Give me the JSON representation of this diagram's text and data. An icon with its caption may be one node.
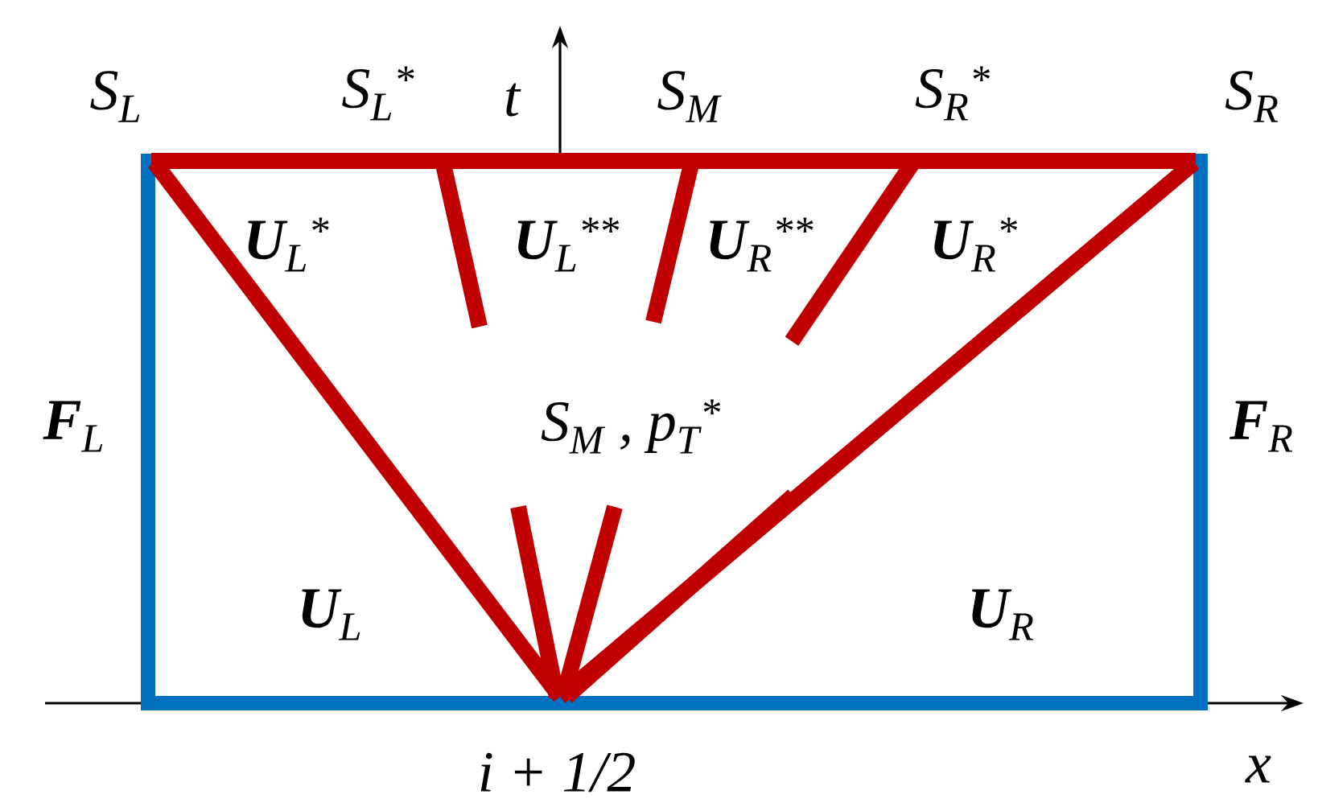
{
  "diagram": {
    "labels": [
      "S$_{L}$",
      "S$_{L}$$^{*}$",
      "t",
      "S$_{M}$",
      "S$_{R}$$^{*}$",
      "S$_{R}$",
      "**U**$_{L}$$^{*}$",
      "**U**$_{L}$$^{**}$",
      "**U**$_{R}$$^{**}$",
      "**U**$_{R}$$^{*}$",
      "**F**$_{L}$",
      "S$_{M}$ , p$_{T}$$^{*}$",
      "**F**$_{R}$",
      "**U**$_{L}$",
      "**U**$_{R}$",
      "i + 1/2",
      "x"
    ]
  }
}
